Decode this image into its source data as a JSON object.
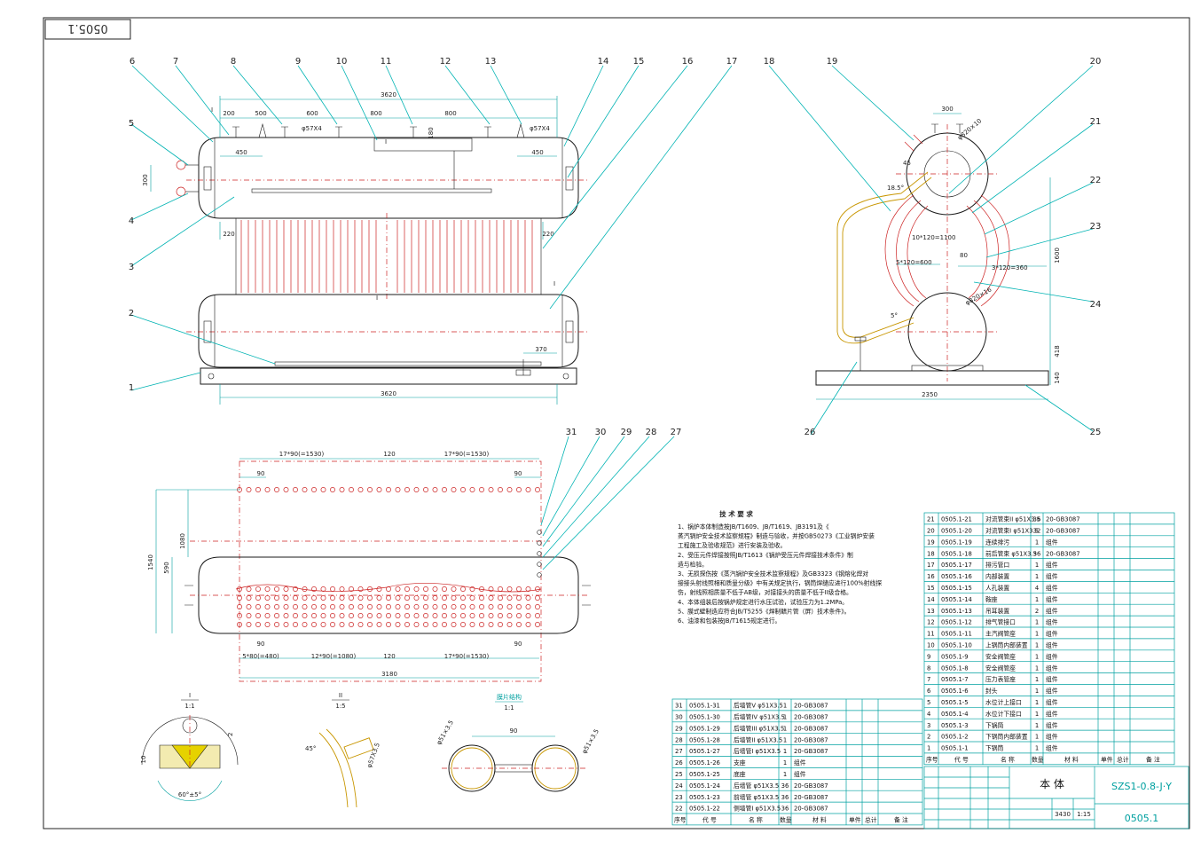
{
  "drawing_code_stamp": "0505.1",
  "part_numbers": {
    "top": [
      "6",
      "7",
      "8",
      "9",
      "10",
      "11",
      "12",
      "13",
      "14",
      "15",
      "16",
      "17",
      "18",
      "19",
      "20"
    ],
    "left": [
      "5",
      "4",
      "3",
      "2",
      "1"
    ],
    "right": [
      "21",
      "22",
      "23",
      "24",
      "25",
      "26"
    ],
    "mid": [
      "31",
      "30",
      "29",
      "28",
      "27"
    ]
  },
  "front_dims": {
    "top_total": "3620",
    "d200": "200",
    "d500": "500",
    "d600": "600",
    "d800a": "800",
    "d800b": "800",
    "d450a": "450",
    "d450b": "450",
    "d180": "180",
    "d300": "300",
    "d220a": "220",
    "d220b": "220",
    "d370": "370",
    "bottom_total": "3620",
    "ann1": "φ57X4",
    "ann2": "φ57X4",
    "sec_a": "I",
    "sec_b": "I",
    "sec_c": "I",
    "sec_d": "I"
  },
  "side_dims": {
    "d300": "300",
    "drum_top": "φ820×10",
    "drum_bot": "φ820×16",
    "d45": "45",
    "a18": "18.5°",
    "spacing1": "10*120=1100",
    "spacing2": "5*120=600",
    "d80": "80",
    "spacing3": "3*120=360",
    "d1600": "1600",
    "a5": "5°",
    "d418": "418",
    "d140": "140",
    "d2350": "2350"
  },
  "plan_dims": {
    "top_left": "17*90(=1530)",
    "top_mid": "120",
    "top_right": "17*90(=1530)",
    "d90a": "90",
    "d90b": "90",
    "d1540": "1540",
    "d1080": "1080",
    "d590": "590",
    "d90c": "90",
    "d90d": "90",
    "bot1": "5*80(=480)",
    "bot2": "12*90(=1080)",
    "bot3": "120",
    "bot4": "17*90(=1530)",
    "total": "3180"
  },
  "details": {
    "d1_mark": "I",
    "d1_scale": "1:1",
    "d1_h": "10",
    "d1_angle": "60°±5°",
    "d1_w": "2",
    "d2_mark": "II",
    "d2_scale": "1:5",
    "d2_a": "45°",
    "d2_b": "φ57X3.5",
    "d3_title": "膜片结构",
    "d3_scale": "1:1",
    "d3_span": "90",
    "d3_a": "φ51×3.5",
    "d3_b": "φ51×3.5"
  },
  "tech_title": "技 术 要 求",
  "tech_notes": [
    "1、锅炉本体制造按JB/T1609、JB/T1619、JB3191及《",
    "蒸汽锅炉安全技术监察规程》制造与验收，并按GB50273《工业锅炉安装",
    "工程施工及验收规范》进行安装及验收。",
    "2、受压元件焊接按照JB/T1613《锅炉受压元件焊接技术条件》制",
    "造与检验。",
    "3、无损探伤按《蒸汽锅炉安全技术监察规程》及GB3323《钢熔化焊对",
    "接接头射线照相和质量分级》中有关规定执行，锅筒焊缝应进行100%射线探",
    "伤，射线照相质量不低于AB级，对接接头的质量不低于II级合格。",
    "4、本体组装后按锅炉规定进行水压试验，试验压力为1.2MPa。",
    "5、膜式壁制造应符合JB/T5255《焊制鳍片管（屏）技术条件》。",
    "6、油漆和包装按JB/T1615规定进行。"
  ],
  "bom_right": [
    [
      "21",
      "0505.1-21",
      "对流管束II φ51X3.5",
      "36",
      "20-GB3087"
    ],
    [
      "20",
      "0505.1-20",
      "对流管束I φ51X3.5",
      "32",
      "20-GB3087"
    ],
    [
      "19",
      "0505.1-19",
      "连续排污",
      "1",
      "组件"
    ],
    [
      "18",
      "0505.1-18",
      "前后管束 φ51X3.5",
      "36",
      "20-GB3087"
    ],
    [
      "17",
      "0505.1-17",
      "排污管口",
      "1",
      "组件"
    ],
    [
      "16",
      "0505.1-16",
      "内部装置",
      "1",
      "组件"
    ],
    [
      "15",
      "0505.1-15",
      "人孔装置",
      "4",
      "组件"
    ],
    [
      "14",
      "0505.1-14",
      "鞍座",
      "1",
      "组件"
    ],
    [
      "13",
      "0505.1-13",
      "吊耳装置",
      "2",
      "组件"
    ],
    [
      "12",
      "0505.1-12",
      "排气管接口",
      "1",
      "组件"
    ],
    [
      "11",
      "0505.1-11",
      "主汽阀管座",
      "1",
      "组件"
    ],
    [
      "10",
      "0505.1-10",
      "上锅筒内部装置",
      "1",
      "组件"
    ],
    [
      "9",
      "0505.1-9",
      "安全阀管座",
      "1",
      "组件"
    ],
    [
      "8",
      "0505.1-8",
      "安全阀管座",
      "1",
      "组件"
    ],
    [
      "7",
      "0505.1-7",
      "压力表管座",
      "1",
      "组件"
    ],
    [
      "6",
      "0505.1-6",
      "封头",
      "1",
      "组件"
    ],
    [
      "5",
      "0505.1-5",
      "水位计上接口",
      "1",
      "组件"
    ],
    [
      "4",
      "0505.1-4",
      "水位计下接口",
      "1",
      "组件"
    ],
    [
      "3",
      "0505.1-3",
      "下锅筒",
      "1",
      "组件"
    ],
    [
      "2",
      "0505.1-2",
      "下锅筒内部装置",
      "1",
      "组件"
    ],
    [
      "1",
      "0505.1-1",
      "下锅筒",
      "1",
      "组件"
    ]
  ],
  "bom_right_header": [
    "序号",
    "代 号",
    "名 称",
    "数量",
    "材 料",
    "单件",
    "总计",
    "备 注"
  ],
  "bom_left": [
    [
      "31",
      "0505.1-31",
      "后墙管V φ51X3.5",
      "1",
      "20-GB3087"
    ],
    [
      "30",
      "0505.1-30",
      "后墙管IV φ51X3.5",
      "1",
      "20-GB3087"
    ],
    [
      "29",
      "0505.1-29",
      "后墙管III φ51X3.5",
      "1",
      "20-GB3087"
    ],
    [
      "28",
      "0505.1-28",
      "后墙管II φ51X3.5",
      "1",
      "20-GB3087"
    ],
    [
      "27",
      "0505.1-27",
      "后墙管I φ51X3.5",
      "1",
      "20-GB3087"
    ],
    [
      "26",
      "0505.1-26",
      "支座",
      "1",
      "组件"
    ],
    [
      "25",
      "0505.1-25",
      "底座",
      "1",
      "组件"
    ],
    [
      "24",
      "0505.1-24",
      "后墙管 φ51X3.5",
      "36",
      "20-GB3087"
    ],
    [
      "23",
      "0505.1-23",
      "前墙管 φ51X3.5",
      "36",
      "20-GB3087"
    ],
    [
      "22",
      "0505.1-22",
      "侧墙管I φ51X3.5",
      "36",
      "20-GB3087"
    ]
  ],
  "bom_left_header": [
    "序号",
    "代 号",
    "名 称",
    "数量",
    "材 料",
    "单件",
    "总计",
    "备 注"
  ],
  "title_block": {
    "part_name": "本 体",
    "model": "SZS1-0.8-J·Y",
    "drawing_no": "0505.1",
    "weight": "3430",
    "scale": "1:15"
  }
}
